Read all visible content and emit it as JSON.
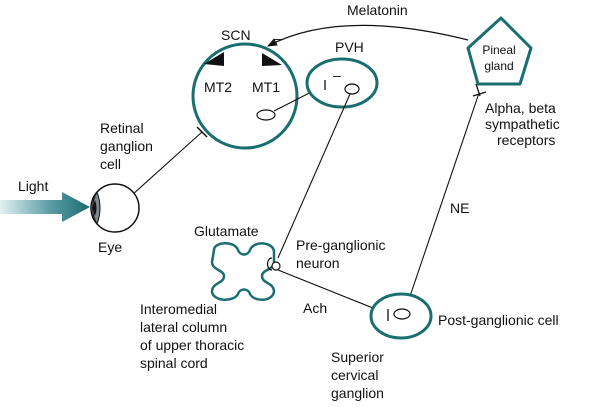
{
  "labels": {
    "melatonin": "Melatonin",
    "scn": "SCN",
    "scn_minus": "–",
    "pvh": "PVH",
    "pvh_minus": "–",
    "mt2": "MT2",
    "mt1": "MT1",
    "pineal_line1": "Pineal",
    "pineal_line2": "gland",
    "receptors_line1": "Alpha, beta",
    "receptors_line2": "sympathetic",
    "receptors_line3": "receptors",
    "retinal_line1": "Retinal",
    "retinal_line2": "ganglion",
    "retinal_line3": "cell",
    "light": "Light",
    "eye": "Eye",
    "ne": "NE",
    "glutamate": "Glutamate",
    "preganglionic_line1": "Pre-ganglionic",
    "preganglionic_line2": "neuron",
    "cord_line1": "Interomedial",
    "cord_line2": "lateral column",
    "cord_line3": "of upper thoracic",
    "cord_line4": "spinal cord",
    "ach": "Ach",
    "postganglionic": "Post-ganglionic cell",
    "scg_line1": "Superior",
    "scg_line2": "cervical",
    "scg_line3": "ganglion"
  },
  "colors": {
    "teal": "#1a6e72",
    "teal_light": "#2f8d93",
    "arrow_light": "#1f6f7a",
    "line": "#111111"
  }
}
